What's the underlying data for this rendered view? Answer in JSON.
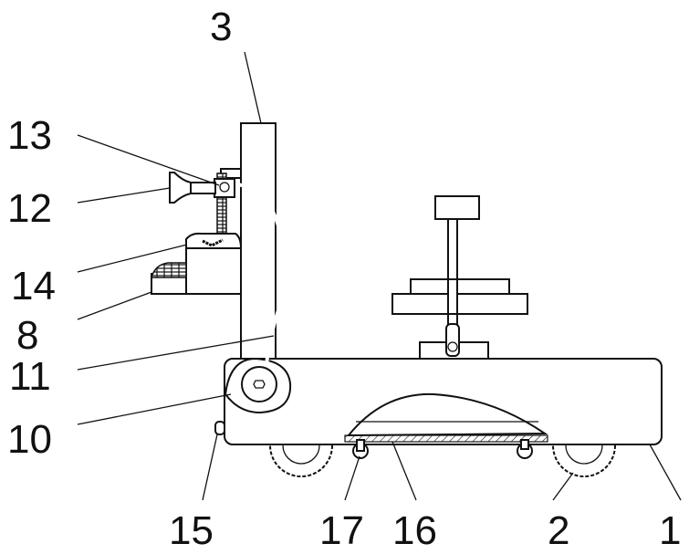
{
  "diagram": {
    "type": "patent-mechanical-drawing",
    "labels": [
      {
        "id": "3",
        "text": "3"
      },
      {
        "id": "13",
        "text": "13"
      },
      {
        "id": "12",
        "text": "12"
      },
      {
        "id": "14",
        "text": "14"
      },
      {
        "id": "8",
        "text": "8"
      },
      {
        "id": "11",
        "text": "11"
      },
      {
        "id": "10",
        "text": "10"
      },
      {
        "id": "15",
        "text": "15"
      },
      {
        "id": "17",
        "text": "17"
      },
      {
        "id": "16",
        "text": "16"
      },
      {
        "id": "2",
        "text": "2"
      },
      {
        "id": "1",
        "text": "1"
      }
    ],
    "line_color": "#111111"
  }
}
